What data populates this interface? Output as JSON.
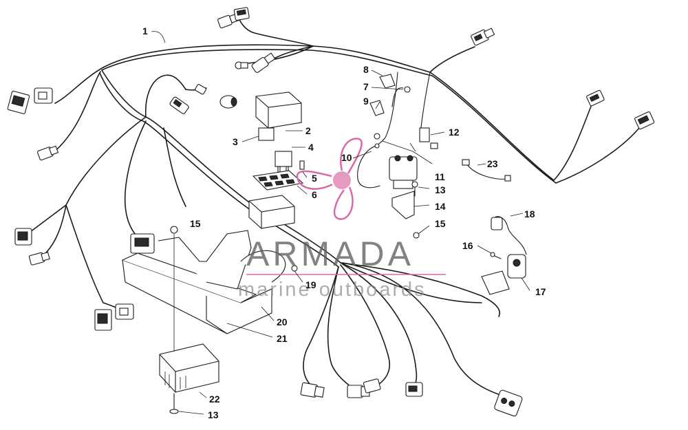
{
  "watermark": {
    "brand": "ARMADA",
    "tagline": "marine outboards",
    "accent_color": "#e59ac2",
    "line_color": "#d86aa8"
  },
  "callouts": {
    "c1": "1",
    "c2": "2",
    "c3": "3",
    "c4": "4",
    "c5": "5",
    "c6": "6",
    "c7": "7",
    "c8": "8",
    "c9": "9",
    "c10": "10",
    "c11": "11",
    "c12": "12",
    "c13a": "13",
    "c13b": "13",
    "c14": "14",
    "c15a": "15",
    "c15b": "15",
    "c16": "16",
    "c17": "17",
    "c18": "18",
    "c19": "19",
    "c20": "20",
    "c21": "21",
    "c22": "22",
    "c23": "23"
  }
}
